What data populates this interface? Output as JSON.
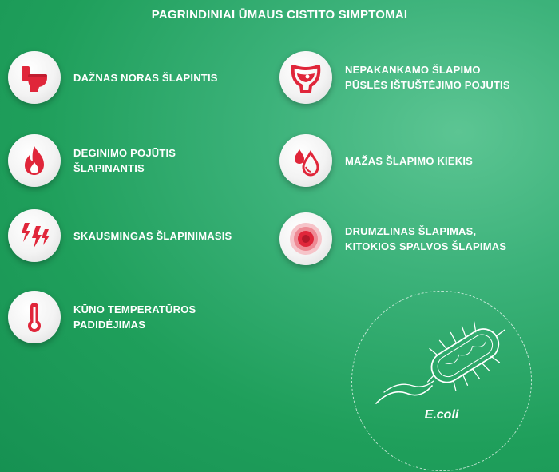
{
  "title": "PAGRINDINIAI ŪMAUS CISTITO SIMPTOMAI",
  "symptoms": [
    {
      "label": "DAŽNAS NORAS ŠLAPINTIS",
      "icon": "toilet-icon"
    },
    {
      "label": "NEPAKANKAMO ŠLAPIMO PŪSLĖS IŠTUŠTĖJIMO POJUTIS",
      "icon": "bladder-icon"
    },
    {
      "label": "DEGINIMO POJŪTIS ŠLAPINANTIS",
      "icon": "fire-icon"
    },
    {
      "label": "MAŽAS ŠLAPIMO KIEKIS",
      "icon": "droplet-icon"
    },
    {
      "label": "SKAUSMINGAS ŠLAPINIMASIS",
      "icon": "lightning-icon"
    },
    {
      "label": "DRUMZLINAS ŠLAPIMAS, KITOKIOS SPALVOS ŠLAPIMAS",
      "icon": "target-icon"
    },
    {
      "label": "KŪNO TEMPERATŪROS PADIDĖJIMAS",
      "icon": "thermometer-icon"
    }
  ],
  "ecoli": {
    "label": "E.coli",
    "icon": "bacterium-icon"
  },
  "colors": {
    "background": "#1f9f5b",
    "icon_red": "#e0263a",
    "text": "#ffffff"
  }
}
